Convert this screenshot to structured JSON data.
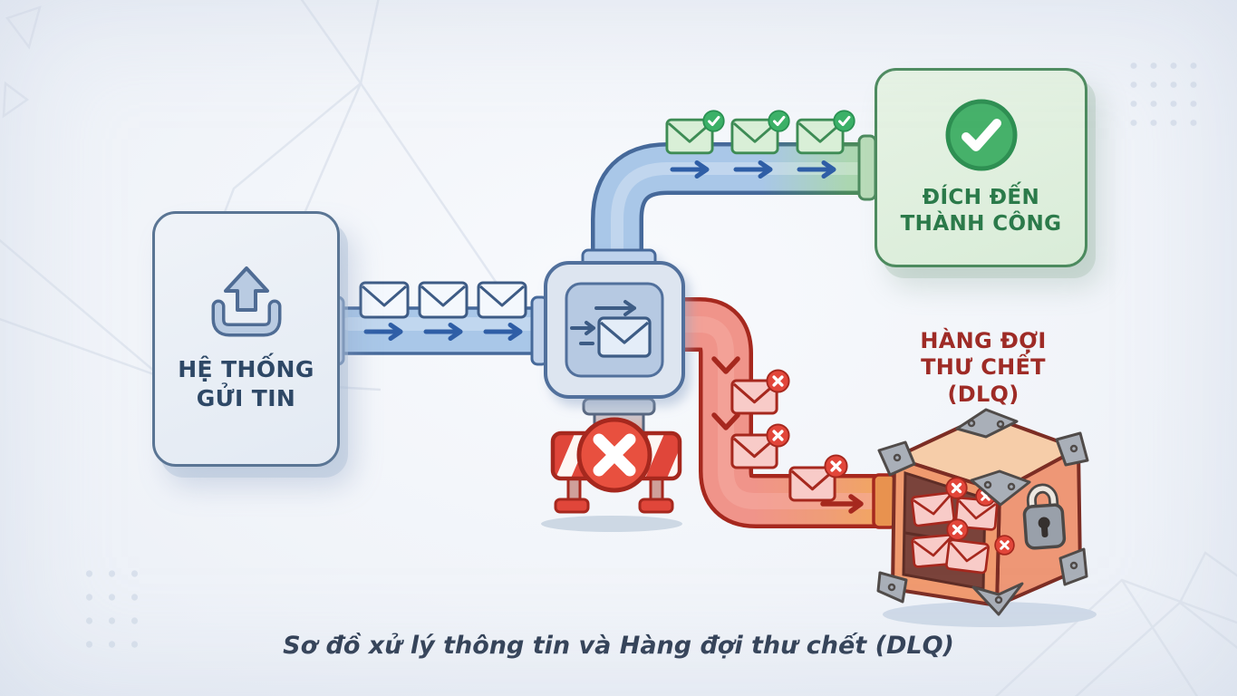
{
  "caption": "Sơ đồ xử lý thông tin và Hàng đợi thư chết (DLQ)",
  "nodes": {
    "sender": {
      "line1": "HỆ THỐNG",
      "line2": "GỬI TIN",
      "icon": "upload-icon"
    },
    "router": {
      "icon": "envelope-send-icon"
    },
    "success": {
      "line1": "ĐÍCH ĐẾN",
      "line2": "THÀNH CÔNG",
      "icon": "check-circle-icon"
    },
    "dlq": {
      "line1": "HÀNG ĐỢI",
      "line2": "THƯ CHẾT (DLQ)",
      "icon": "locked-crate-icon"
    },
    "blocked": {
      "icon": "roadblock-barrier-icon"
    }
  },
  "flows": {
    "edges": [
      {
        "from": "sender",
        "to": "router",
        "status": "input",
        "envelope_count": 3
      },
      {
        "from": "router",
        "to": "success",
        "status": "success",
        "envelope_count": 3
      },
      {
        "from": "router",
        "to": "dlq",
        "status": "failed",
        "envelope_count": 3
      },
      {
        "from": "router",
        "to": "blocked",
        "status": "blocked",
        "envelope_count": 0
      }
    ],
    "dlq_envelope_count": 4
  },
  "icons": {
    "upload": "upload-icon",
    "envelope": "envelope-icon",
    "check_badge": "check-badge-icon",
    "x_badge": "x-badge-icon",
    "check_circle": "check-circle-icon",
    "barrier": "roadblock-barrier-icon",
    "padlock": "padlock-icon",
    "crate": "locked-crate-icon"
  },
  "colors": {
    "background": "#f1f4f9",
    "pipe_blue": "#a9c7e8",
    "pipe_blue_outline": "#46699a",
    "pipe_green": "#abd6b1",
    "pipe_green_outline": "#4c8a5e",
    "pipe_red": "#f0948a",
    "pipe_orange": "#f2a75e",
    "pipe_red_outline": "#a6281e",
    "success_accent": "#2b7a4a",
    "failure_accent": "#9e2b26",
    "navy_text": "#2e4866",
    "caption_text": "#2e3c52"
  }
}
